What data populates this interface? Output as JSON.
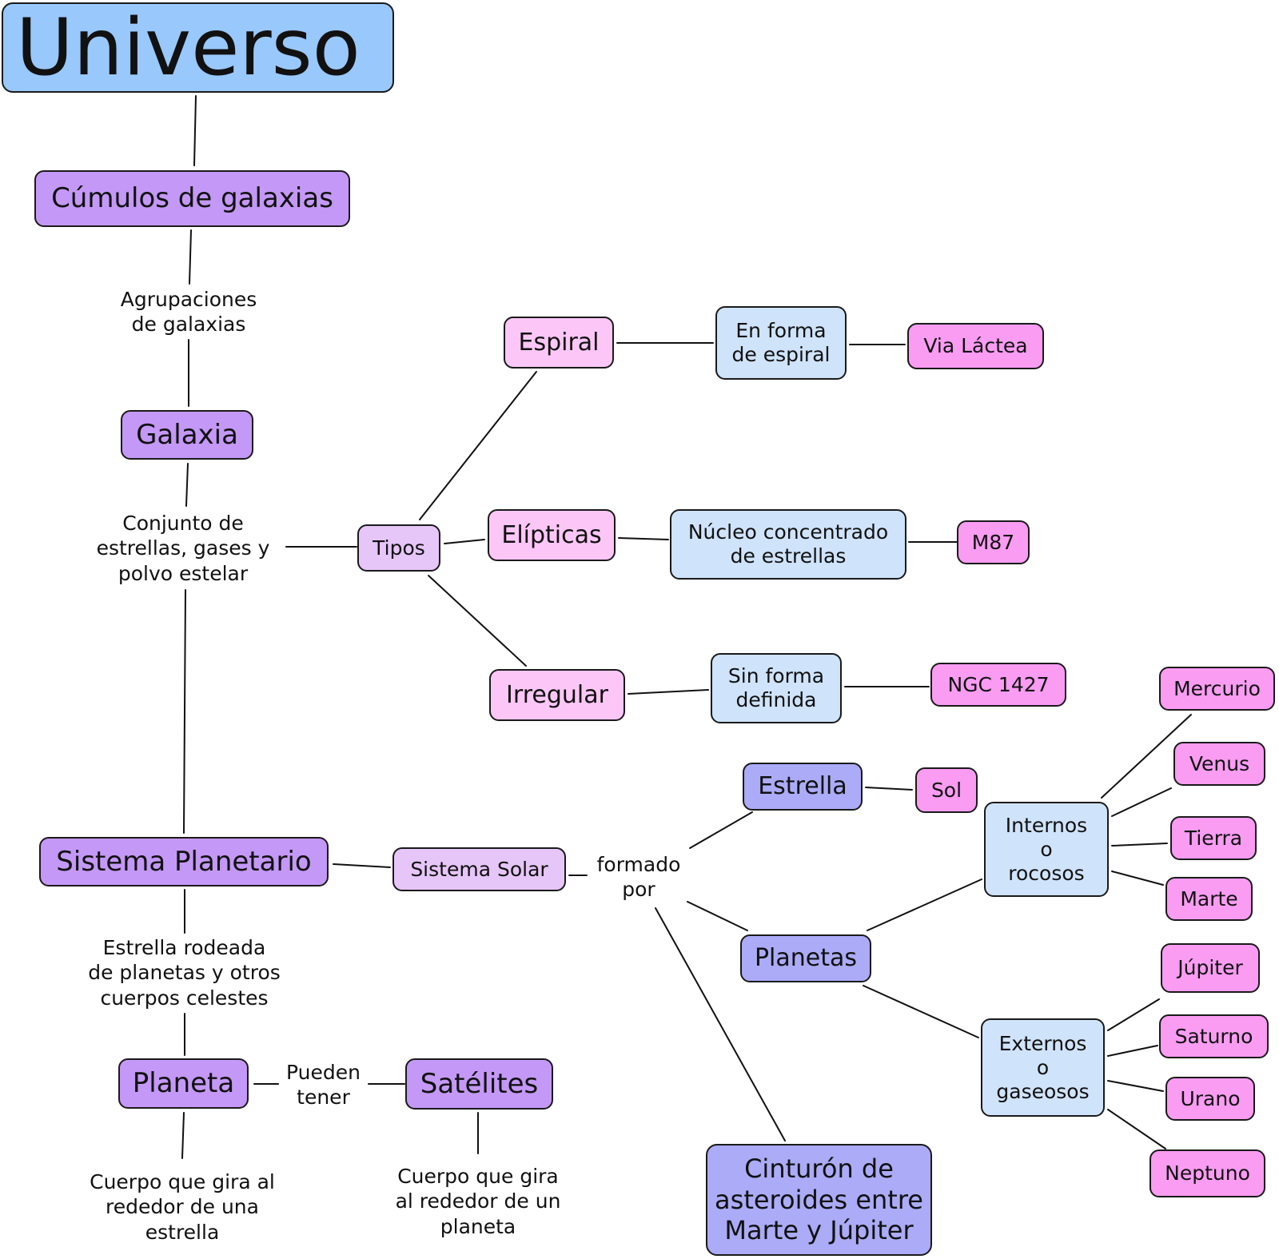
{
  "title": "Universo",
  "nodes": {
    "cumulos": "Cúmulos de galaxias",
    "galaxia": "Galaxia",
    "tipos": "Tipos",
    "espiral": "Espiral",
    "elipticas": "Elípticas",
    "irregular": "Irregular",
    "en_forma_espiral": "En forma\nde espiral",
    "nucleo_concentrado": "Núcleo concentrado\nde estrellas",
    "sin_forma": "Sin forma\ndefinida",
    "via_lactea": "Via Láctea",
    "m87": "M87",
    "ngc1427": "NGC 1427",
    "sistema_planetario": "Sistema Planetario",
    "sistema_solar": "Sistema Solar",
    "estrella": "Estrella",
    "sol": "Sol",
    "planetas": "Planetas",
    "cinturon": "Cinturón de\nasteroides entre\nMarte y Júpiter",
    "internos": "Internos\no\nrocosos",
    "externos": "Externos\no\ngaseosos",
    "mercurio": "Mercurio",
    "venus": "Venus",
    "tierra": "Tierra",
    "marte": "Marte",
    "jupiter": "Júpiter",
    "saturno": "Saturno",
    "urano": "Urano",
    "neptuno": "Neptuno",
    "planeta": "Planeta",
    "satelites": "Satélites"
  },
  "labels": {
    "agrupaciones": "Agrupaciones\nde galaxias",
    "conjunto": "Conjunto de\nestrellas, gases y\npolvo estelar",
    "formado_por": "formado\npor",
    "estrella_rodeada": "Estrella rodeada\nde planetas y otros\ncuerpos celestes",
    "pueden_tener": "Pueden\ntener",
    "cuerpo_estrella": "Cuerpo que gira al\nrededor de una\nestrella",
    "cuerpo_planeta": "Cuerpo que gira\nal rededor de un\nplaneta"
  }
}
